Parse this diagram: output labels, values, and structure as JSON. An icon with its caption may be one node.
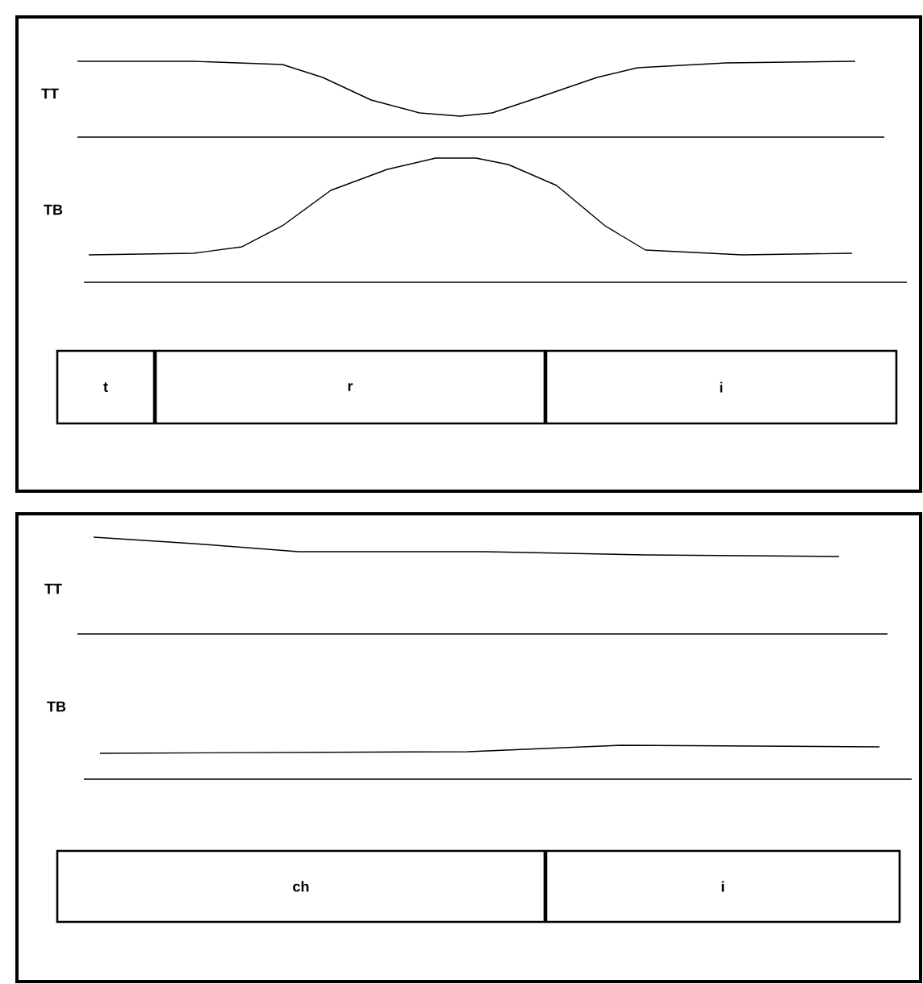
{
  "diagram": {
    "nodes": [
      {
        "text": [],
        "shape": "box"
      },
      {
        "text": [
          "t"
        ],
        "in": 0
      },
      {
        "text": [
          "r"
        ],
        "in": 0
      },
      {
        "text": [
          "i"
        ],
        "in": 0
      },
      {
        "text": [],
        "shape": "box"
      },
      {
        "text": [
          "ch"
        ],
        "in": 4
      },
      {
        "text": [
          "i"
        ],
        "in": 4
      }
    ],
    "labels": [
      "TT",
      "TB",
      "TT",
      "TB"
    ]
  }
}
